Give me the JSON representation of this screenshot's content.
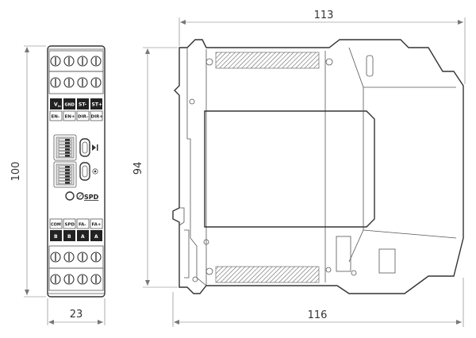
{
  "dimensions": {
    "front_height": "100",
    "front_width": "23",
    "side_width_top": "113",
    "side_height": "94",
    "side_width_bottom": "116"
  },
  "front_panel": {
    "upper_labels": [
      "V",
      "GND",
      "ST-",
      "ST+"
    ],
    "upper_subscript": "in",
    "second_labels": [
      "EN-",
      "EN+",
      "DIR-",
      "DIR+"
    ],
    "spd_label": "SPD",
    "lower_labels": [
      "COM",
      "SPD",
      "FA-",
      "FA+"
    ],
    "bottom_labels": [
      "B",
      "B",
      "A",
      "A"
    ]
  },
  "colors": {
    "line": "#333333",
    "dimension": "#777777",
    "label_fill": "#222222"
  }
}
